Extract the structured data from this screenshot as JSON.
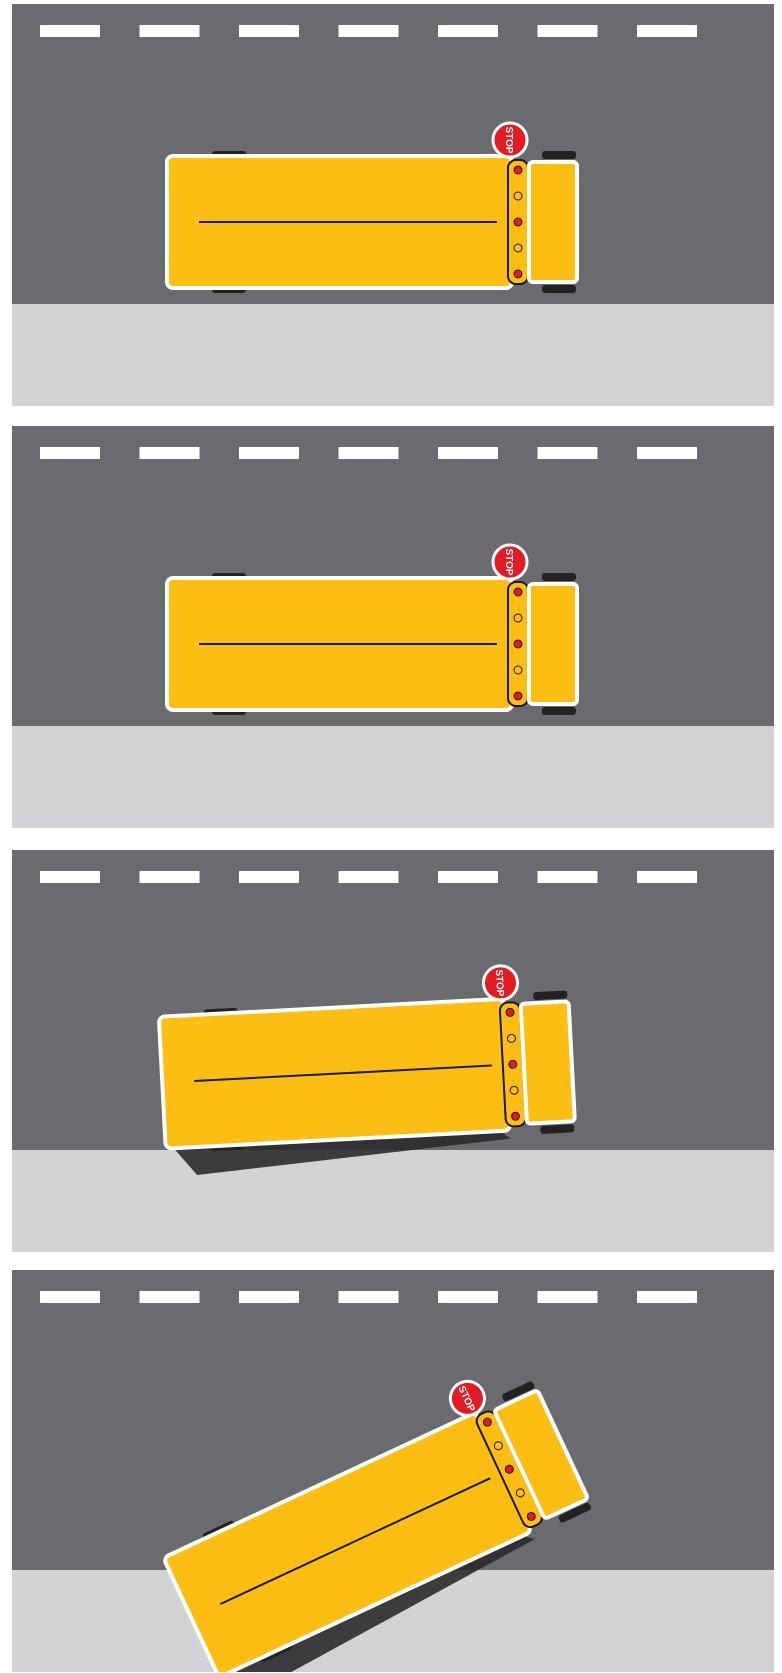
{
  "colors": {
    "road": "#6a6b6e",
    "sidewalk": "#d2d3d5",
    "lane_marking": "#ffffff",
    "bus_body": "#fdbe13",
    "bus_outline": "#ffffff",
    "bus_stripe": "#1a1a1a",
    "wheel": "#222222",
    "stop_sign": "#e31b23",
    "light_red": "#e31b23",
    "light_amber": "#fdbe13",
    "shadow": "#2b2b2d"
  },
  "stop_sign": {
    "text": "STOP",
    "icon": "stop-sign-icon"
  },
  "panels": [
    {
      "id": "panel-1",
      "bus_rotation_deg": 0,
      "shadow": false
    },
    {
      "id": "panel-2",
      "bus_rotation_deg": 0,
      "shadow": false
    },
    {
      "id": "panel-3",
      "bus_rotation_deg": -3,
      "shadow": true
    },
    {
      "id": "panel-4",
      "bus_rotation_deg": -25,
      "shadow": true
    }
  ]
}
